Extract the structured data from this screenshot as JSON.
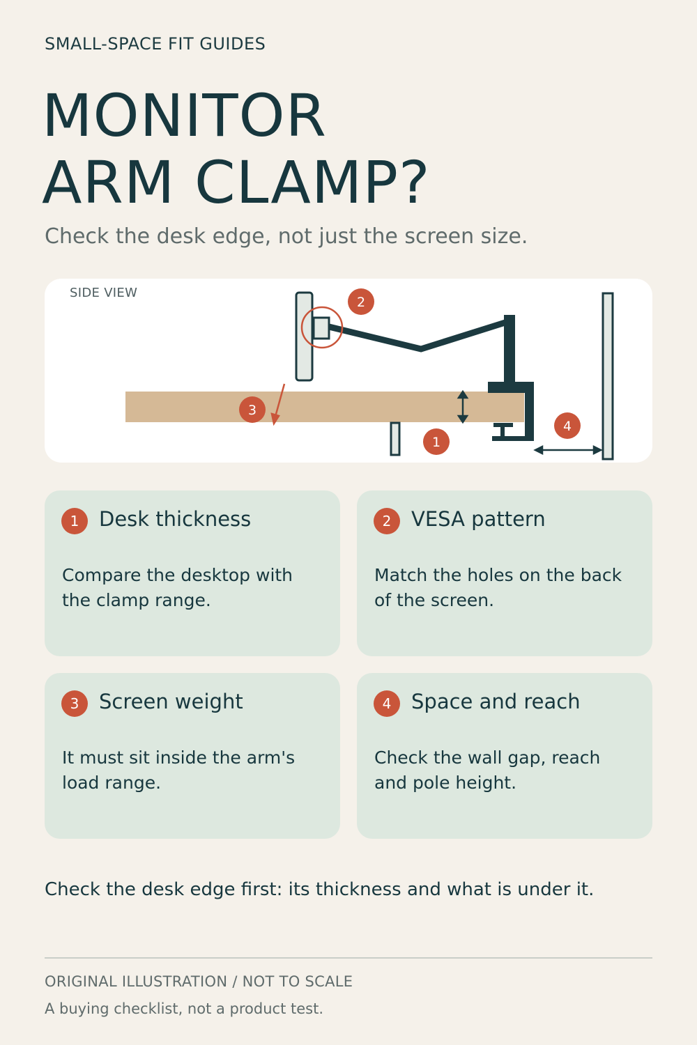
{
  "header": {
    "eyebrow": "SMALL-SPACE FIT GUIDES",
    "title_line1": "MONITOR",
    "title_line2": "ARM CLAMP?",
    "subtitle": "Check the desk edge, not just the screen size."
  },
  "diagram": {
    "label": "SIDE VIEW",
    "markers": [
      "1",
      "2",
      "3",
      "4"
    ],
    "colors": {
      "desk": "#d5b996",
      "arm": "#1c3a40",
      "accent": "#c9553a",
      "panel": "#e3e9e4"
    }
  },
  "cards": [
    {
      "number": "1",
      "title": "Desk thickness",
      "text": "Compare the desktop with the clamp range."
    },
    {
      "number": "2",
      "title": "VESA pattern",
      "text": "Match the holes on the back of the screen."
    },
    {
      "number": "3",
      "title": "Screen weight",
      "text": "It must sit inside the arm's load range."
    },
    {
      "number": "4",
      "title": "Space and reach",
      "text": "Check the wall gap, reach and pole height."
    }
  ],
  "note": "Check the desk edge first: its thickness and what is under it.",
  "footer": {
    "line1": "ORIGINAL ILLUSTRATION / NOT TO SCALE",
    "line2": "A buying checklist, not a product test."
  },
  "colors": {
    "background": "#f5f1ea",
    "card": "#dde8df",
    "ink": "#17373e",
    "accent": "#c9553a"
  }
}
